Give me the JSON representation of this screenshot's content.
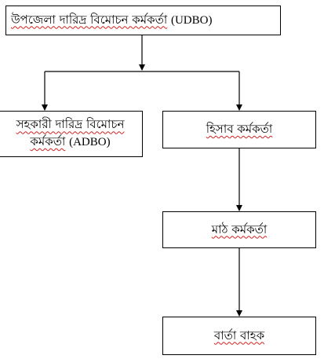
{
  "boxes": {
    "udbo": {
      "bn": "উপজেলা দারিদ্র বিমোচন কর্মকর্তা",
      "abbr": "(UDBO)"
    },
    "adbo": {
      "bn_line1": "সহকারী দারিদ্র বিমোচন",
      "bn_line2": "কর্মকর্তা",
      "abbr": "(ADBO)"
    },
    "accounts": {
      "bn": "হিসাব কর্মকর্তা"
    },
    "field": {
      "bn": "মাঠ কর্মকর্তা"
    },
    "messenger": {
      "bn": "বার্তা বাহক"
    }
  },
  "colors": {
    "line": "#000000",
    "spellcheck_underline": "#d42020"
  }
}
